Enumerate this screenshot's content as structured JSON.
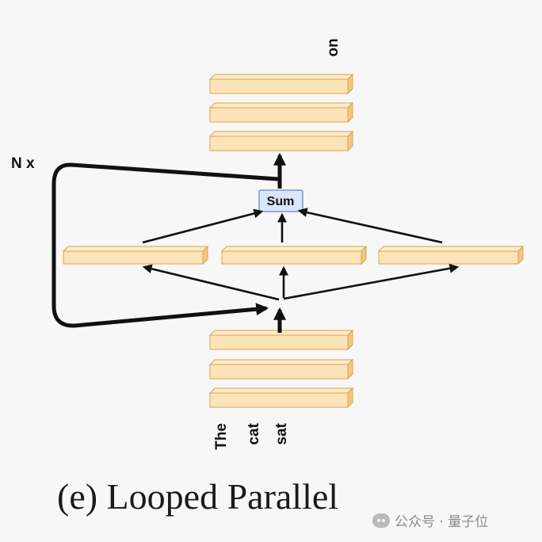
{
  "diagram": {
    "output_token": "on",
    "loop_label": "N x",
    "sum_label": "Sum",
    "input_tokens": [
      "The",
      "cat",
      "sat"
    ],
    "colors": {
      "block_fill": "#fce4b8",
      "block_top": "#fdebc9",
      "block_side": "#f1c784",
      "block_stroke": "#dca34e",
      "sum_fill": "#dbe5f8",
      "sum_stroke": "#6e86c4",
      "arrow": "#111111"
    }
  },
  "caption": "(e) Looped Parallel",
  "watermark": {
    "text": "公众号 · 量子位",
    "icon": "wechat-icon"
  }
}
